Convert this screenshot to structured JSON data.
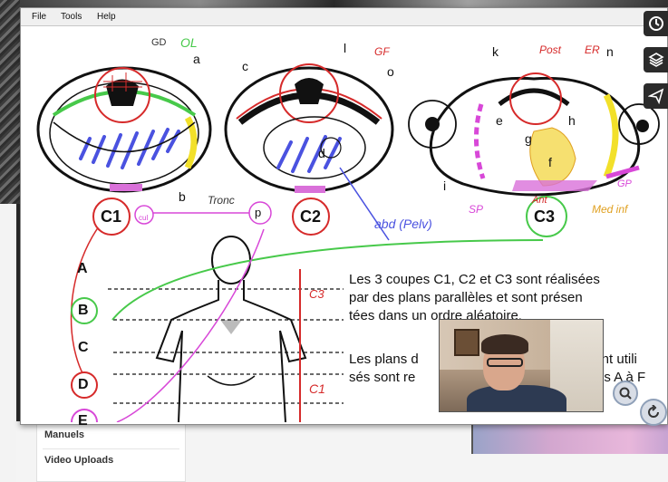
{
  "menu": {
    "file": "File",
    "tools": "Tools",
    "help": "Help"
  },
  "slide": {
    "paragraph1": [
      "Les 3 coupes C1, C2 et C3 sont réalisées",
      "par des plans parallèles et sont présen",
      "tées dans un ordre aléatoire."
    ],
    "paragraph2": [
      "Les plans d",
      "nent utili",
      "sés sont re",
      "res A à F"
    ],
    "section_labels": [
      "C1",
      "C2",
      "C3"
    ],
    "plane_labels": [
      "A",
      "B",
      "C",
      "D",
      "E"
    ],
    "part_letters": [
      "a",
      "b",
      "c",
      "d",
      "e",
      "f",
      "g",
      "h",
      "i",
      "k",
      "l",
      "n",
      "o",
      "p"
    ],
    "handwriting": {
      "gd": "GD",
      "ol": "OL",
      "gf": "GF",
      "post": "Post",
      "er": "ER",
      "tronc": "Tronc",
      "abd": "abd (Pelv)",
      "sp": "SP",
      "ant": "Ant",
      "med": "Med inf",
      "gp": "GP",
      "c1_side": "C1",
      "c3_side": "C3",
      "small": "cul"
    }
  },
  "bottom_panel": {
    "items": [
      "Manuels",
      "Video Uploads"
    ]
  },
  "icons": {
    "history": "clock-icon",
    "layers": "layers-icon",
    "send": "paper-plane-icon",
    "zoom": "magnifier-icon",
    "rotate": "rotate-icon"
  },
  "colors": {
    "green": "#47c94a",
    "red": "#d62a2a",
    "blue": "#4a52e0",
    "yellow": "#f2e02a",
    "magenta": "#d848d8",
    "pink": "#d970d9"
  }
}
